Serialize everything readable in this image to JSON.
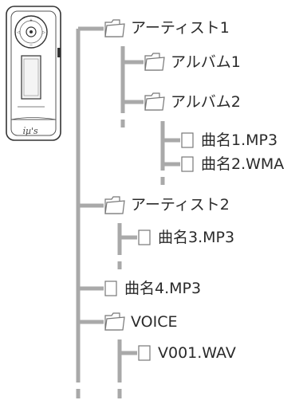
{
  "device": {
    "brand": "i̇µ's"
  },
  "tree": {
    "artist1": {
      "label": "アーティスト1"
    },
    "album1": {
      "label": "アルバム1"
    },
    "album2": {
      "label": "アルバム2"
    },
    "song1": {
      "label": "曲名1.MP3"
    },
    "song2": {
      "label": "曲名2.WMA"
    },
    "artist2": {
      "label": "アーティスト2"
    },
    "song3": {
      "label": "曲名3.MP3"
    },
    "song4": {
      "label": "曲名4.MP3"
    },
    "voice": {
      "label": "VOICE"
    },
    "voicefile": {
      "label": "V001.WAV"
    }
  },
  "colors": {
    "connector": "#a9a9a9",
    "icon_stroke": "#777777",
    "icon_fill": "#ffffff"
  }
}
